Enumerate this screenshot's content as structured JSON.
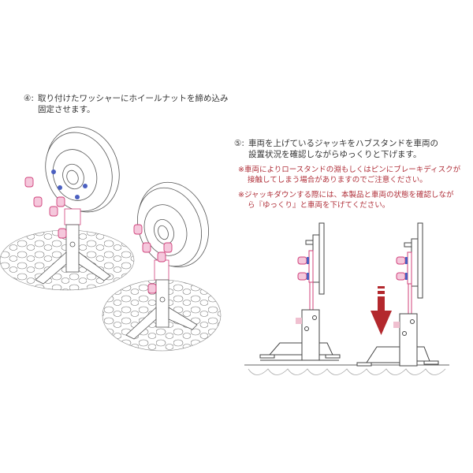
{
  "step4": {
    "number": "④:",
    "line1": "取り付けたワッシャーにホイールナットを締め込み",
    "line2": "固定させます。"
  },
  "step5": {
    "number": "⑤:",
    "line1": "車両を上げているジャッキをハブスタンドを車両の",
    "line2": "設置状況を確認しながらゆっくりと下げます。"
  },
  "notes": [
    {
      "mark": "※",
      "line1": "車両によりロースタンドの淵もしくはピンにブレーキディスクが",
      "line2": "接触してしまう場合がありますのでご注意ください。"
    },
    {
      "mark": "※",
      "line1": "ジャッキダウンする際には、本製品と車両の状態を確認しなが",
      "line2": "ら『ゆっくり』と車両を下げてください。"
    }
  ],
  "colors": {
    "text": "#333333",
    "note_red": "#b0303a",
    "arrow_red": "#b3282d",
    "nut_pink": "#d0407a",
    "washer_blue": "#4a5fc0",
    "line_gray": "#555555"
  },
  "illustrations": [
    {
      "name": "hub-stand-with-disc-1",
      "description": "isometric hub stand with brake disc, nuts being fastened"
    },
    {
      "name": "hub-stand-with-disc-2",
      "description": "isometric hub stand with brake disc, nuts fastened"
    },
    {
      "name": "side-view-raised",
      "description": "side view of hub stand with vehicle raised"
    },
    {
      "name": "side-view-lowered",
      "description": "side view of hub stand with vehicle lowered, down arrow"
    }
  ]
}
